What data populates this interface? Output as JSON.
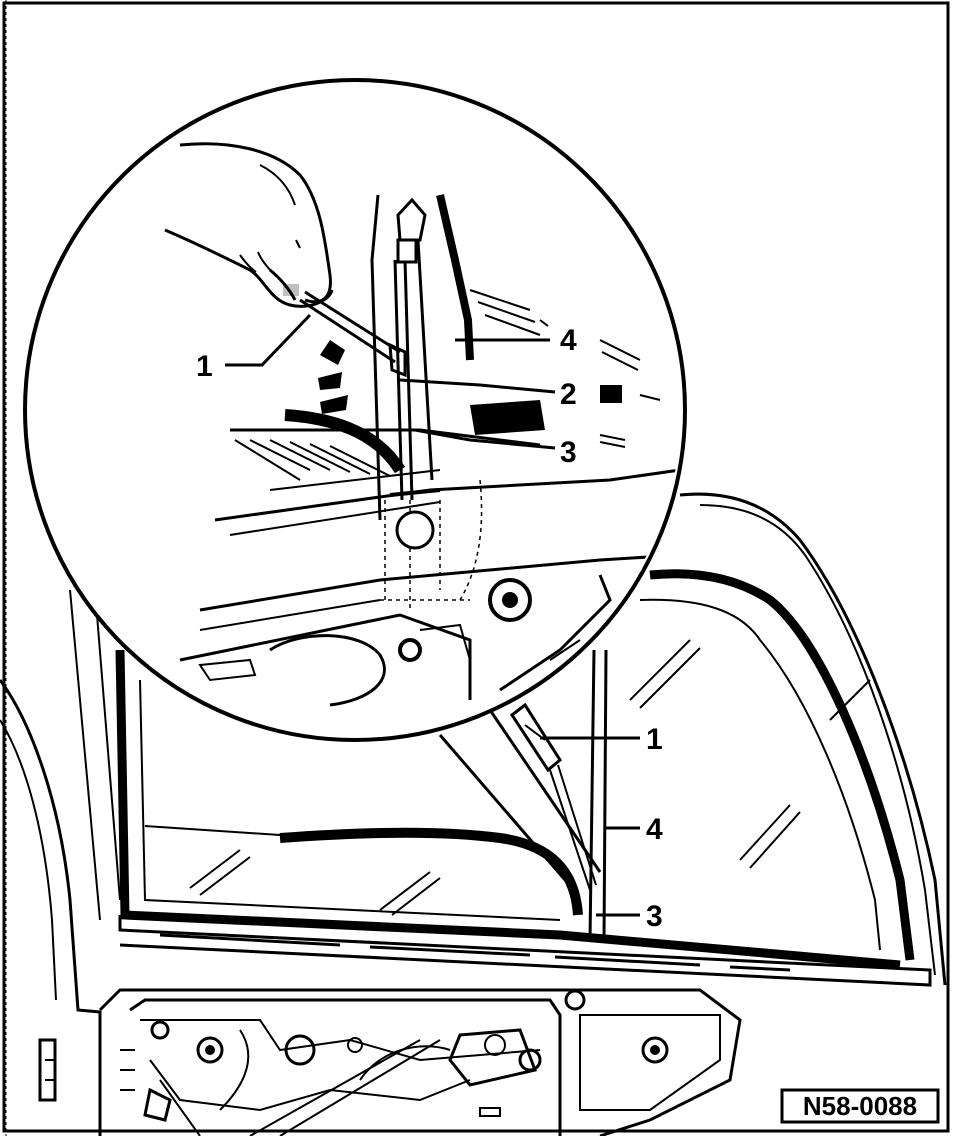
{
  "figure_code": "N58-0088",
  "detail_callouts": [
    {
      "label": "1"
    },
    {
      "label": "4"
    },
    {
      "label": "2"
    },
    {
      "label": "3"
    }
  ],
  "overview_callouts": [
    {
      "label": "1"
    },
    {
      "label": "4"
    },
    {
      "label": "3"
    }
  ]
}
